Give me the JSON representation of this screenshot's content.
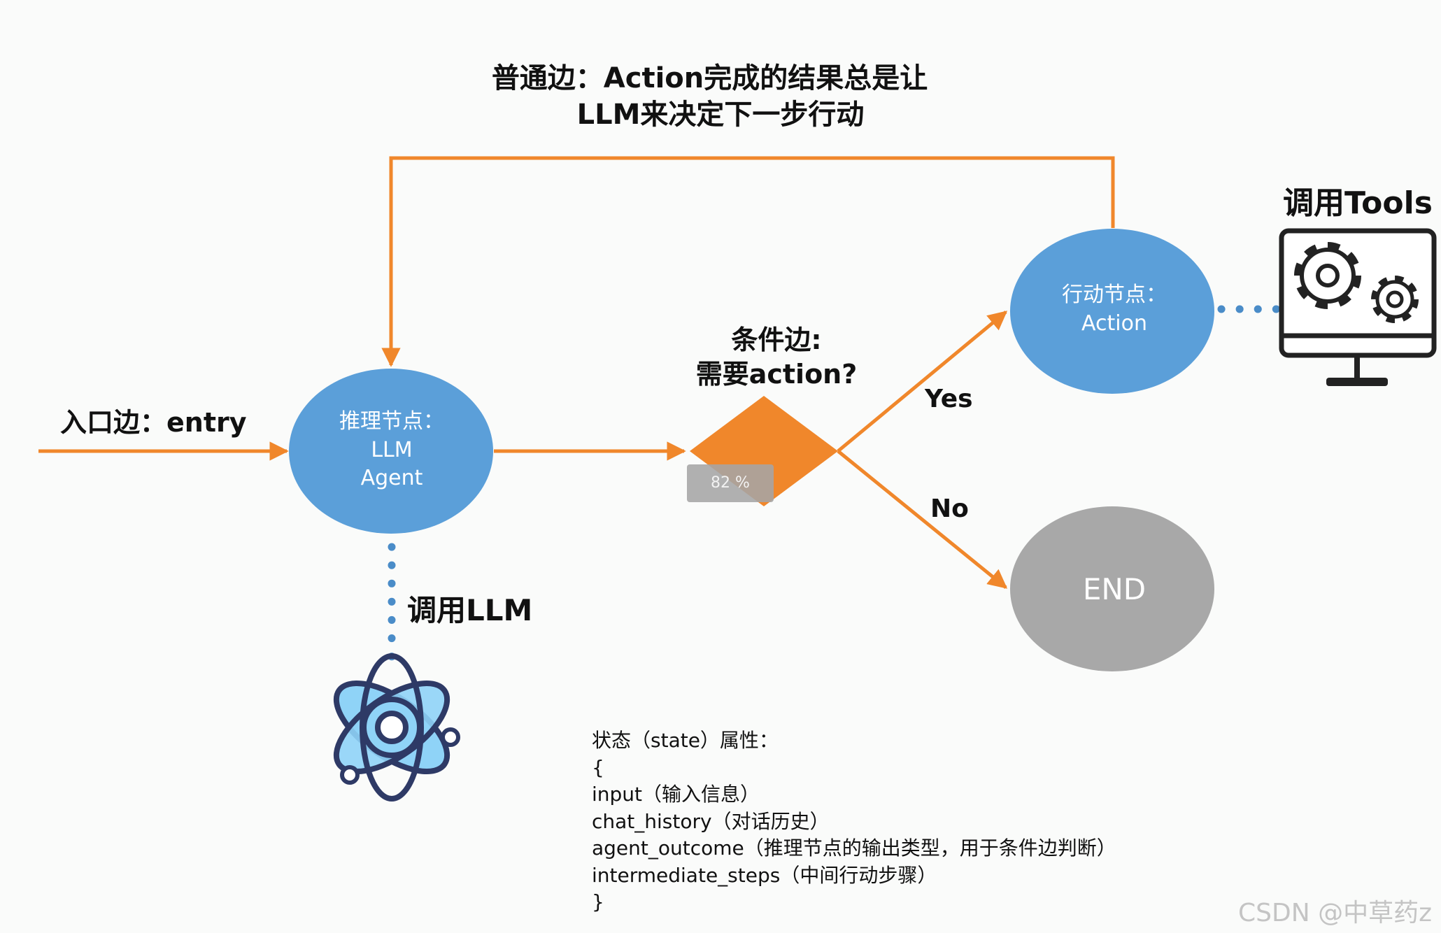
{
  "colors": {
    "orange": "#f0872b",
    "blue": "#5b9fd9",
    "gray": "#a8a8a8",
    "dot_blue": "#4a8cc8",
    "text": "#111111"
  },
  "labels": {
    "normal_edge_line1": "普通边：Action完成的结果总是让",
    "normal_edge_line2": "LLM来决定下一步行动",
    "entry_edge": "入口边：entry",
    "conditional_edge_line1": "条件边:",
    "conditional_edge_line2": "需要action?",
    "yes": "Yes",
    "no": "No",
    "call_llm": "调用LLM",
    "call_tools": "调用Tools"
  },
  "nodes": {
    "agent": {
      "line1": "推理节点：",
      "line2": "LLM",
      "line3": "Agent"
    },
    "action": {
      "line1": "行动节点：",
      "line2": "Action"
    },
    "end": {
      "label": "END"
    }
  },
  "zoom_badge": "82 %",
  "state": {
    "title": "状态（state）属性：",
    "open": "{",
    "fields": [
      "input（输入信息）",
      "chat_history（对话历史）",
      "agent_outcome（推理节点的输出类型，用于条件边判断）",
      "intermediate_steps（中间行动步骤）"
    ],
    "close": "}"
  },
  "watermark": "CSDN @中草药z",
  "icons": {
    "llm": "atom-icon",
    "tools": "monitor-gears-icon"
  }
}
